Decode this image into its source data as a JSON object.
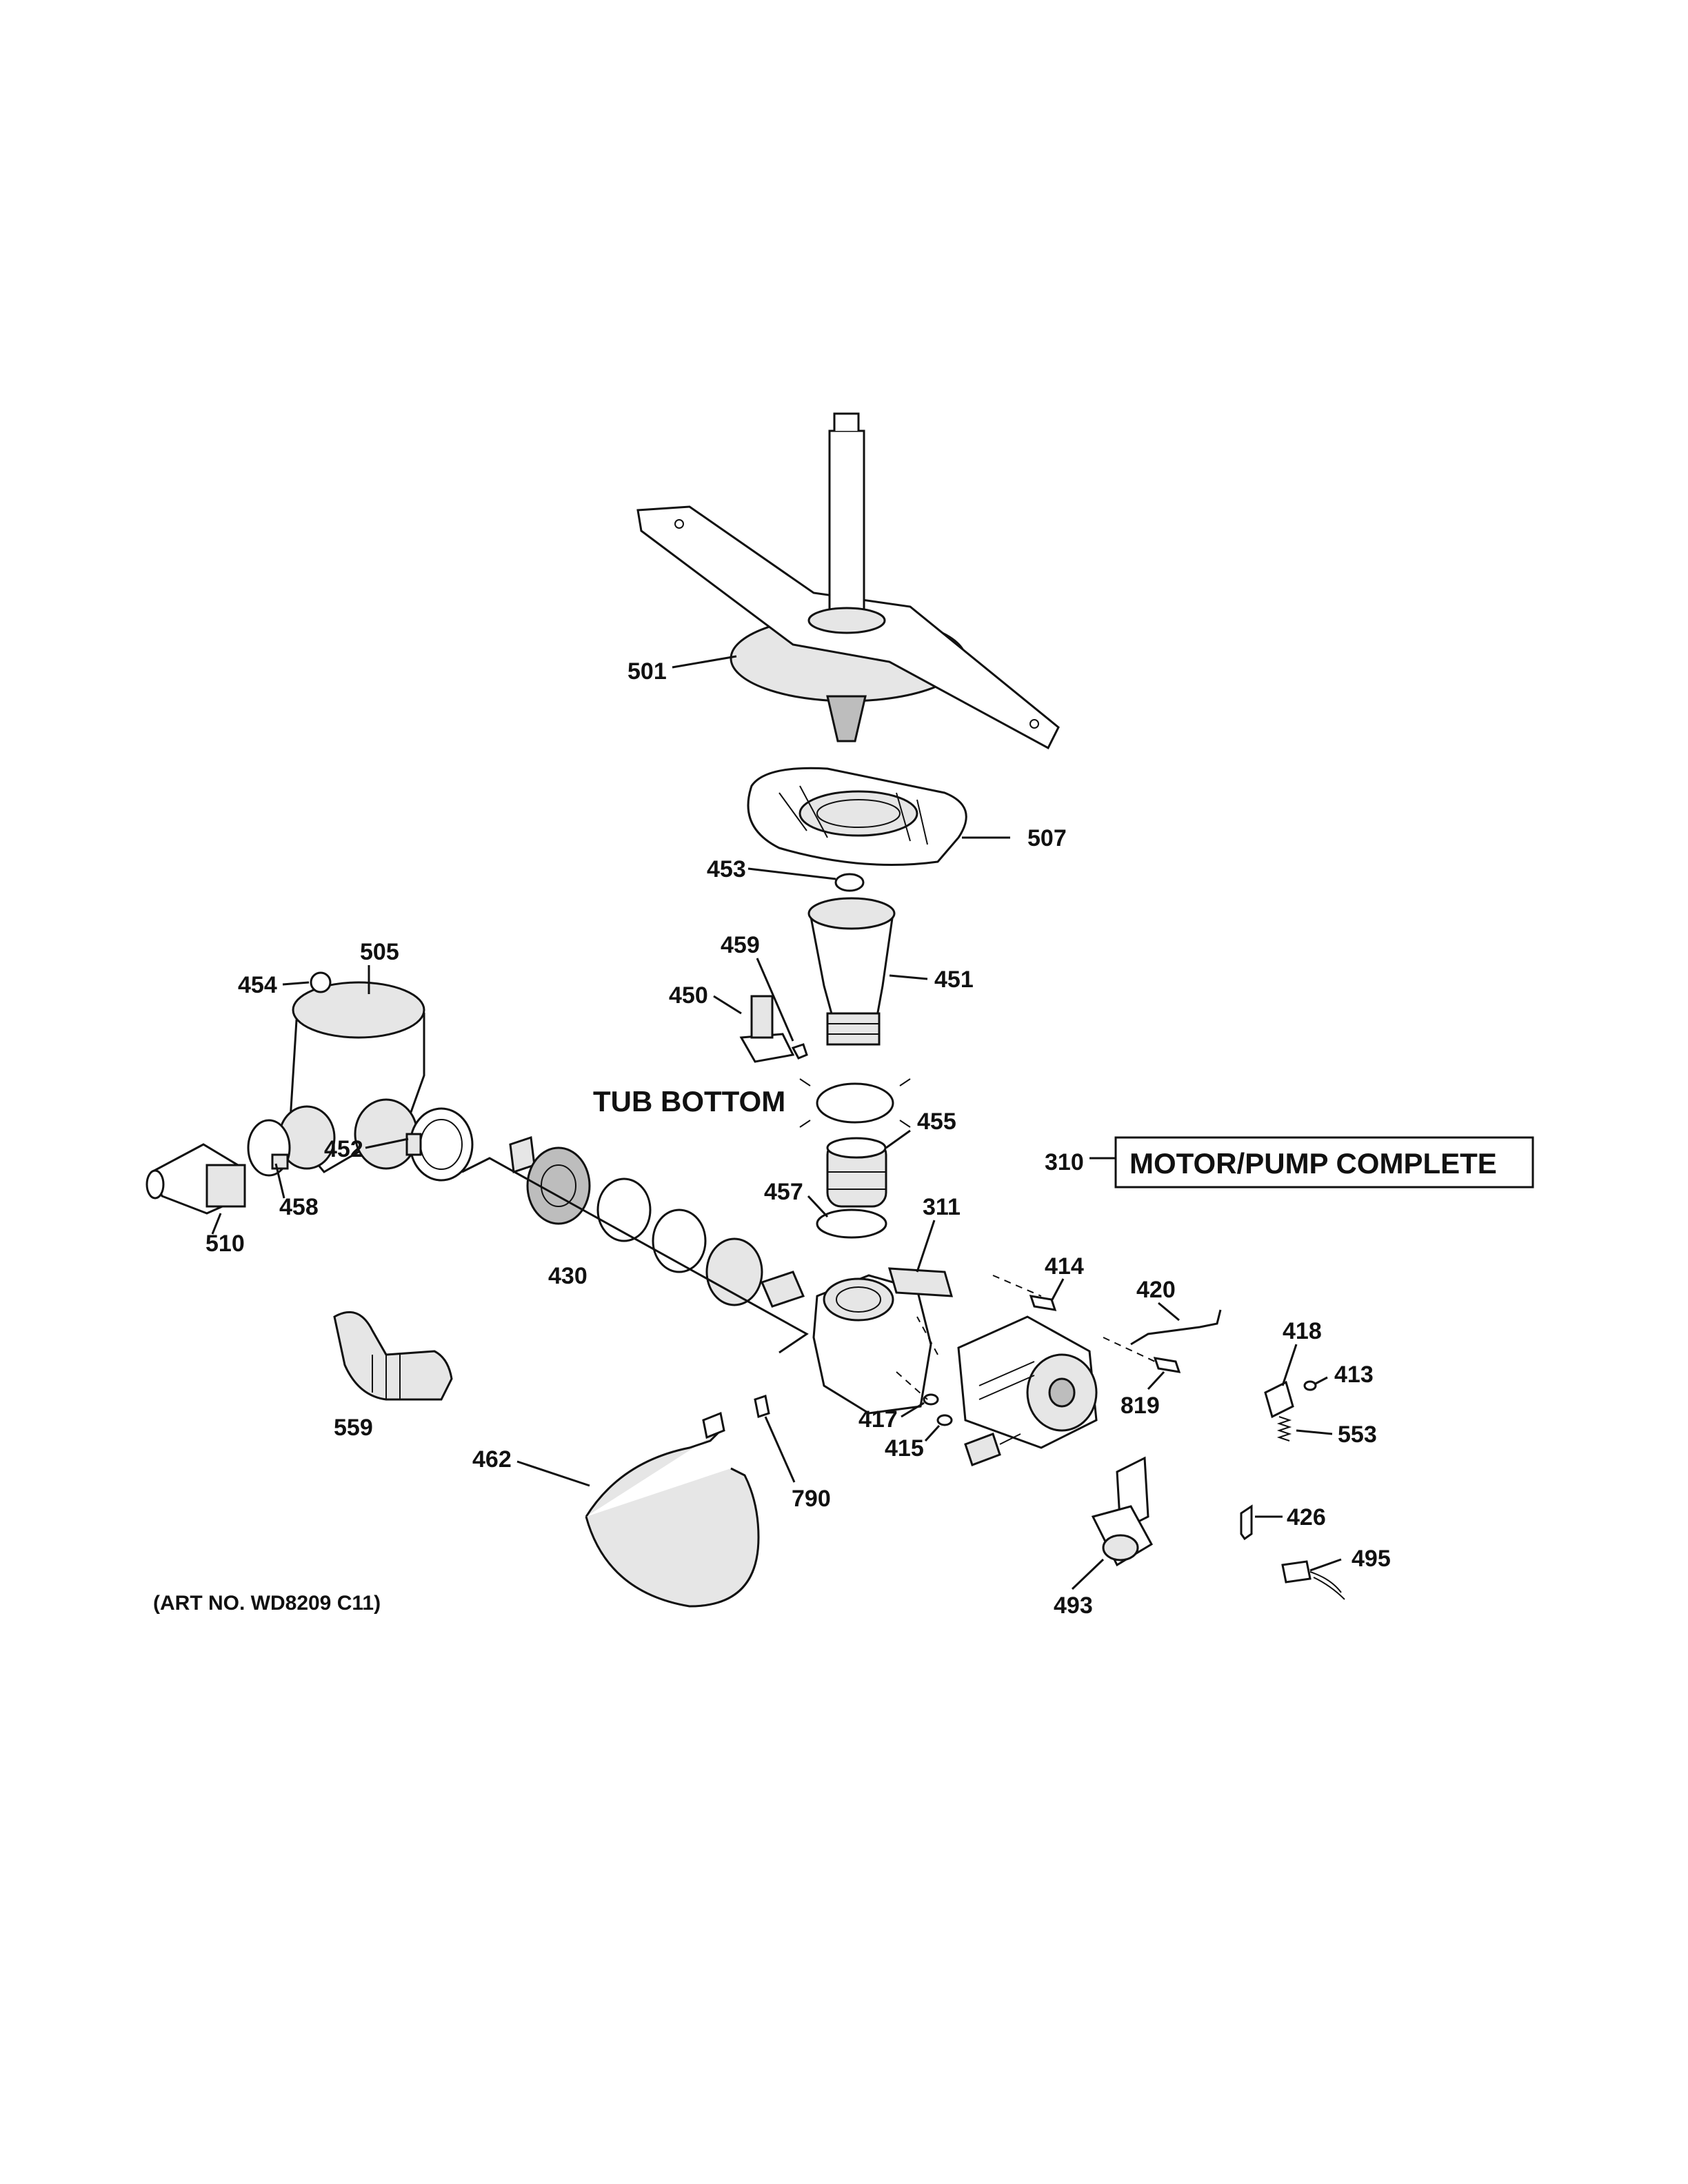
{
  "diagram": {
    "tub_bottom": "TUB BOTTOM",
    "motor_pump_ref": "310",
    "motor_pump_label": "MOTOR/PUMP COMPLETE",
    "art_number": "(ART NO. WD8209 C11)"
  },
  "parts": {
    "p501": "501",
    "p507": "507",
    "p453": "453",
    "p459": "459",
    "p451": "451",
    "p450": "450",
    "p454": "454",
    "p505": "505",
    "p452": "452",
    "p458": "458",
    "p510": "510",
    "p455": "455",
    "p457": "457",
    "p311": "311",
    "p430": "430",
    "p414": "414",
    "p420": "420",
    "p418": "418",
    "p413": "413",
    "p819": "819",
    "p553": "553",
    "p417": "417",
    "p415": "415",
    "p559": "559",
    "p462": "462",
    "p790": "790",
    "p426": "426",
    "p495": "495",
    "p493": "493"
  }
}
